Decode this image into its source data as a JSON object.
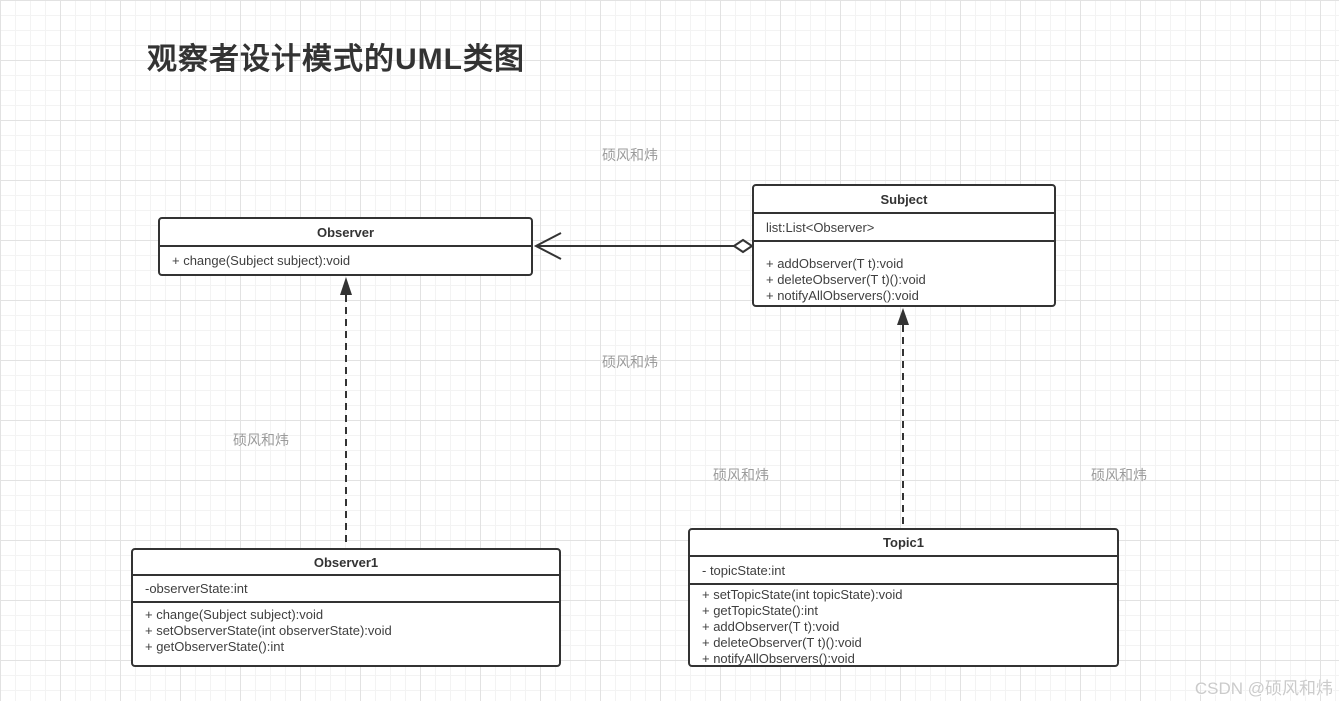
{
  "page": {
    "title": "观察者设计模式的UML类图"
  },
  "watermark": {
    "text": "硕风和炜",
    "credit": "CSDN @硕风和炜"
  },
  "colors": {
    "border": "#333333",
    "text": "#3f3f3f",
    "watermark": "#9b9b9b",
    "grid_minor": "#f3f3f3",
    "grid_major": "#e2e2e2",
    "background": "#ffffff"
  },
  "classes": {
    "observer": {
      "name": "Observer",
      "attributes": [],
      "methods": [
        "+ change(Subject subject):void"
      ]
    },
    "subject": {
      "name": "Subject",
      "attributes": [
        "list:List<Observer>"
      ],
      "methods": [
        "+ addObserver(T t):void",
        "+ deleteObserver(T t)():void",
        "+ notifyAllObservers():void"
      ]
    },
    "observer1": {
      "name": "Observer1",
      "attributes": [
        "-observerState:int"
      ],
      "methods": [
        "+ change(Subject subject):void",
        "+ setObserverState(int observerState):void",
        "+ getObserverState():int"
      ]
    },
    "topic1": {
      "name": "Topic1",
      "attributes": [
        "- topicState:int"
      ],
      "methods": [
        "+ setTopicState(int topicState):void",
        "+ getTopicState():int",
        "+ addObserver(T t):void",
        "+ deleteObserver(T t)():void",
        "+ notifyAllObservers():void"
      ]
    }
  },
  "relationships": [
    {
      "from": "Subject",
      "to": "Observer",
      "type": "aggregation (solid line, open arrowhead at Observer, hollow diamond at Subject)"
    },
    {
      "from": "Observer1",
      "to": "Observer",
      "type": "dashed line, filled triangle arrowhead pointing to Observer"
    },
    {
      "from": "Topic1",
      "to": "Subject",
      "type": "dashed line, filled triangle arrowhead pointing to Subject"
    }
  ]
}
